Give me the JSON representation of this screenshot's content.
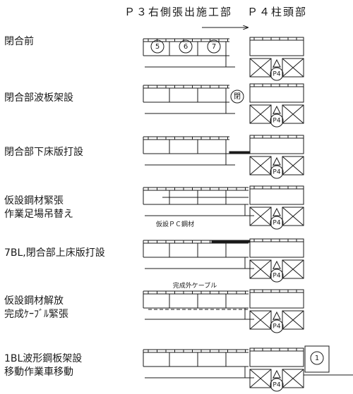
{
  "header": {
    "left": "Ｐ３右側張出施工部",
    "right": "Ｐ４柱頭部"
  },
  "steps": [
    {
      "label": "閉合前",
      "tags": [
        "5",
        "6",
        "7"
      ],
      "pier": "P4"
    },
    {
      "label": "閉合部波板架設",
      "tag": "閉",
      "pier": "P4"
    },
    {
      "label": "閉合部下床版打設",
      "pier": "P4"
    },
    {
      "label": "仮設鋼材緊張\n作業足場吊替え",
      "note": "仮設ＰＣ鋼材",
      "pier": "P4"
    },
    {
      "label": "7BL,閉合部上床版打設",
      "pier": "P4"
    },
    {
      "label": "仮設鋼材解放\n完成ｹｰﾌﾞﾙ緊張",
      "note": "完成外ケーブル",
      "pier": "P4"
    },
    {
      "label": "1BL波形鋼板架設\n移動作業車移動",
      "tag": "1",
      "pier": "P4"
    }
  ]
}
